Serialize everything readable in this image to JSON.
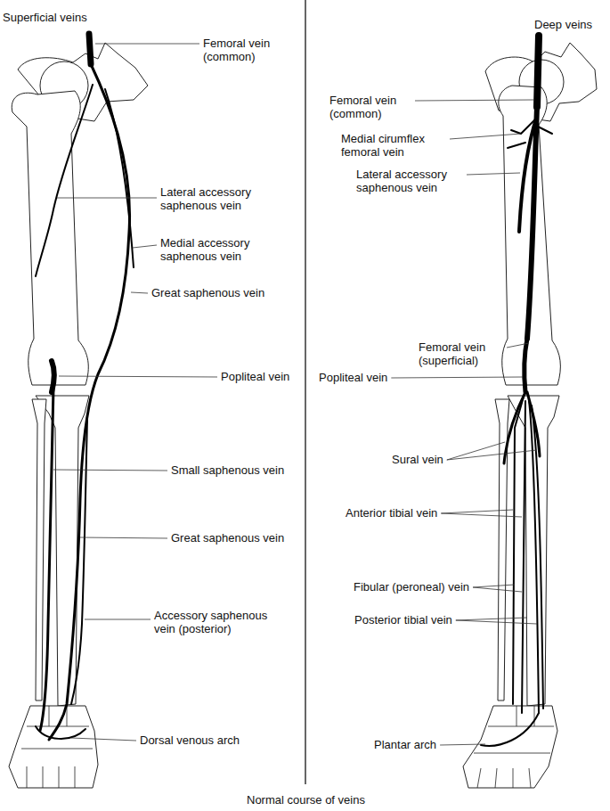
{
  "diagram": {
    "caption": "Normal course of veins",
    "labels": [
      "Superficial veins",
      "Femoral vein (common)",
      "Lateral accessory saphenous vein",
      "Medial accessory saphenous vein",
      "Great saphenous vein",
      "Popliteal vein",
      "Small saphenous vein",
      "Great saphenous vein",
      "Accessory saphenous vein (posterior)",
      "Dorsal venous arch",
      "Deep veins",
      "Femoral vein (common)",
      "Medial cirumflex femoral vein",
      "Lateral accessory saphenous vein",
      "Femoral vein (superficial)",
      "Popliteal vein",
      "Sural vein",
      "Anterior tibial vein",
      "Fibular (peroneal) vein",
      "Posterior tibial vein",
      "Plantar arch"
    ]
  }
}
